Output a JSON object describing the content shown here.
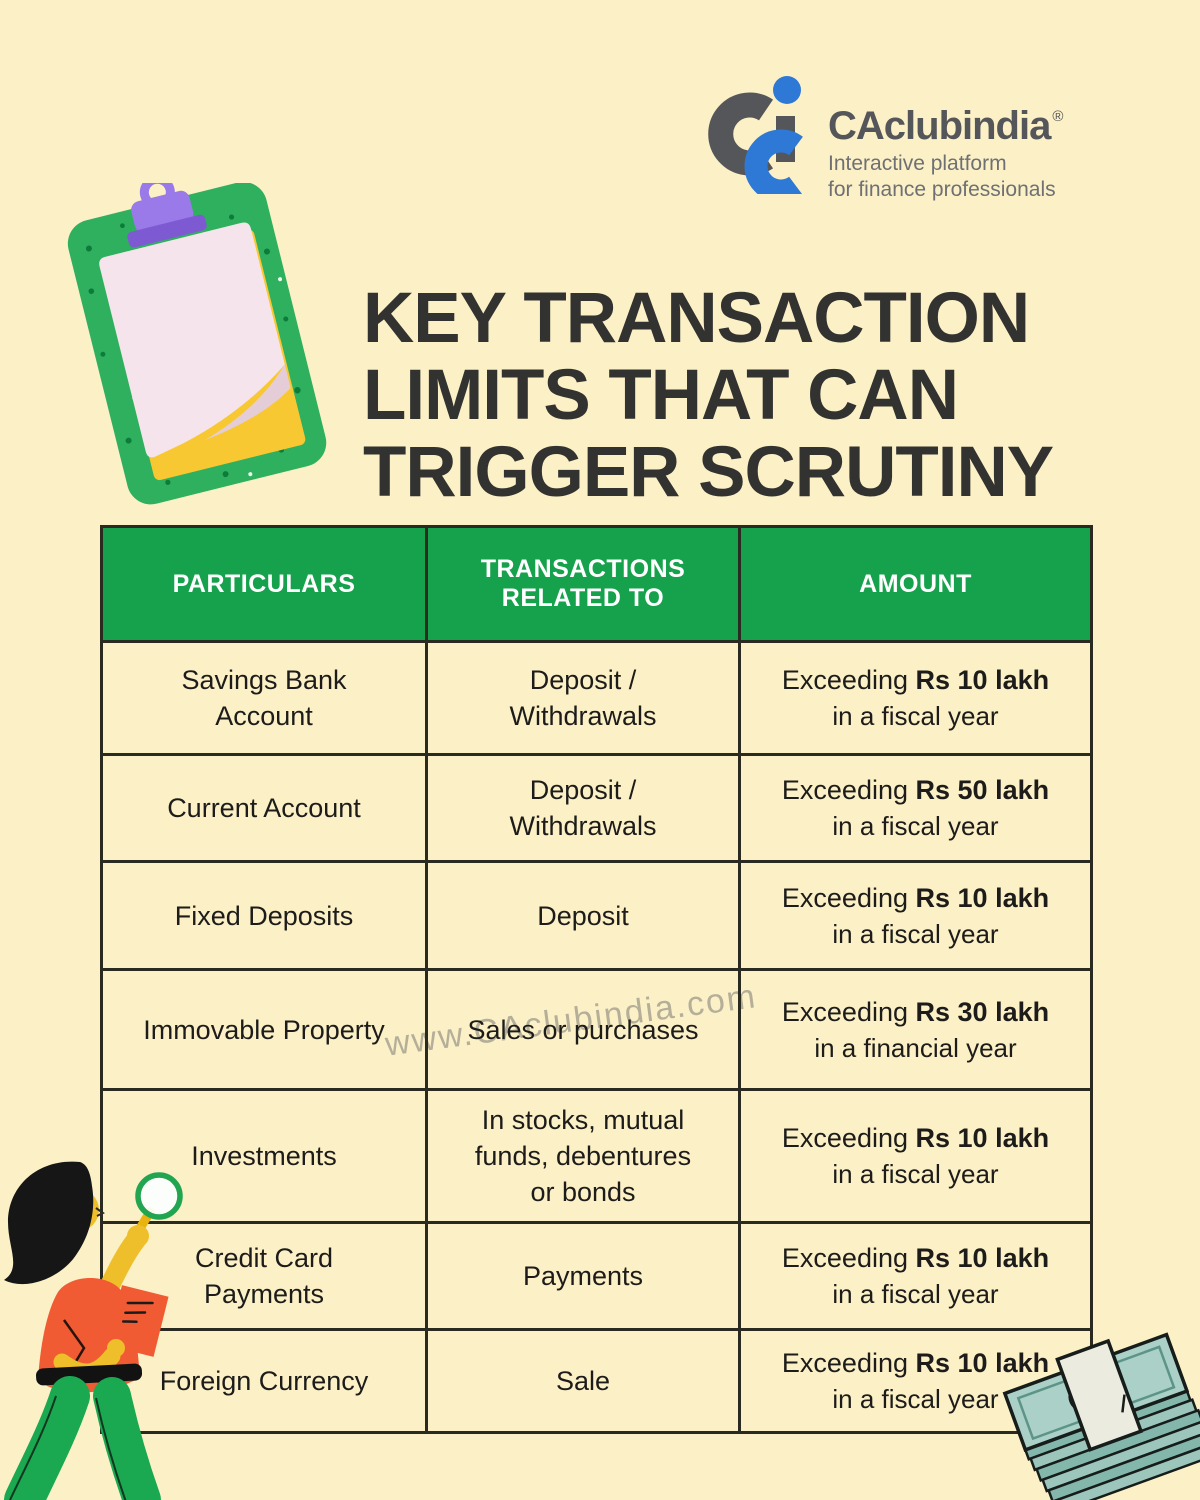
{
  "colors": {
    "background": "#fbf0c6",
    "header_green": "#16a24c",
    "table_border": "#2b2a20",
    "title_text": "#323230",
    "logo_gray": "#55565a",
    "logo_blue": "#2e79d6",
    "watermark_gray": "#8b887e"
  },
  "logo": {
    "brand": "CAclubindia",
    "registered": "®",
    "tagline_line1": "Interactive platform",
    "tagline_line2": "for finance professionals"
  },
  "title": {
    "line1": "KEY TRANSACTION",
    "line2": "LIMITS THAT CAN",
    "line3": "TRIGGER SCRUTINY"
  },
  "watermark": {
    "text": "www.CAclubindia.com"
  },
  "table": {
    "headers": [
      "PARTICULARS",
      "TRANSACTIONS\nRELATED TO",
      "AMOUNT"
    ],
    "rows": [
      {
        "particulars": "Savings Bank\nAccount",
        "transactions": "Deposit /\nWithdrawals",
        "amount_prefix": "Exceeding",
        "amount_bold": "Rs 10 lakh",
        "amount_line2": "in a fiscal year"
      },
      {
        "particulars": "Current Account",
        "transactions": "Deposit /\nWithdrawals",
        "amount_prefix": "Exceeding",
        "amount_bold": "Rs 50 lakh",
        "amount_line2": "in a fiscal year"
      },
      {
        "particulars": "Fixed Deposits",
        "transactions": "Deposit",
        "amount_prefix": "Exceeding",
        "amount_bold": "Rs 10 lakh",
        "amount_line2": "in a fiscal year"
      },
      {
        "particulars": "Immovable Property",
        "transactions": "Sales or purchases",
        "amount_prefix": "Exceeding",
        "amount_bold": "Rs 30 lakh",
        "amount_line2": "in a financial year"
      },
      {
        "particulars": "Investments",
        "transactions": "In stocks, mutual\nfunds, debentures\nor bonds",
        "amount_prefix": "Exceeding",
        "amount_bold": "Rs 10 lakh",
        "amount_line2": "in a fiscal year"
      },
      {
        "particulars": "Credit Card\nPayments",
        "transactions": "Payments",
        "amount_prefix": "Exceeding",
        "amount_bold": "Rs 10 lakh",
        "amount_line2": "in a fiscal year"
      },
      {
        "particulars": "Foreign Currency",
        "transactions": "Sale",
        "amount_prefix": "Exceeding",
        "amount_bold": "Rs 10 lakh",
        "amount_line2": "in a fiscal year"
      }
    ]
  },
  "illustrations": {
    "clipboard": "clipboard-with-papers",
    "person": "woman-with-magnifying-glass",
    "money": "stack-of-banknotes"
  }
}
